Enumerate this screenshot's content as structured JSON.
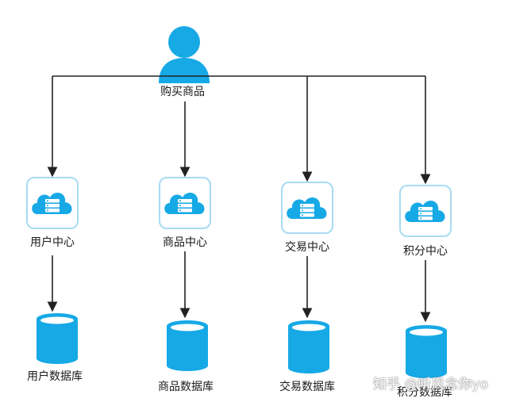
{
  "user": {
    "label": "购买商品"
  },
  "services": [
    {
      "label": "用户中心",
      "db_label": "用户数据库"
    },
    {
      "label": "商品中心",
      "db_label": "商品数据库"
    },
    {
      "label": "交易中心",
      "db_label": "交易数据库"
    },
    {
      "label": "积分中心",
      "db_label": "积分数据库"
    }
  ],
  "watermark": "知乎 @听风念你yo",
  "colors": {
    "accent": "#16a9e6",
    "line": "#222222",
    "box_border": "#a8dbf2"
  }
}
